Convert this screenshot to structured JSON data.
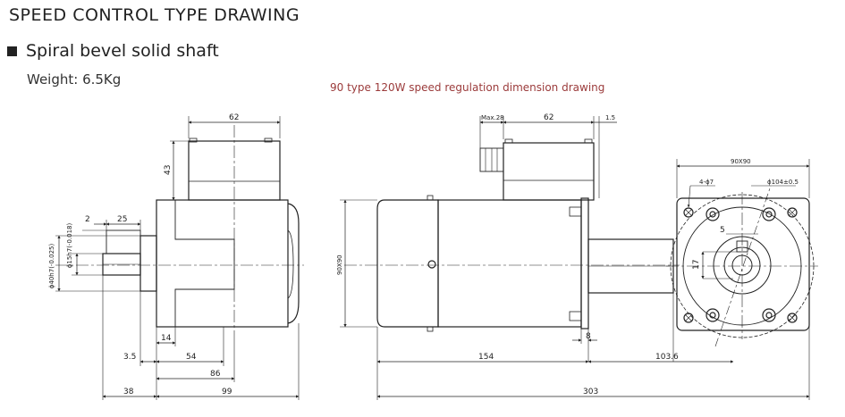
{
  "page": {
    "title": "SPEED CONTROL TYPE DRAWING",
    "section_title": "Spiral bevel solid shaft",
    "weight": "Weight: 6.5Kg",
    "caption": "90 type 120W speed regulation dimension drawing"
  },
  "left_view": {
    "dims": {
      "box_width": "62",
      "box_height": "43",
      "key_2": "2",
      "key_25": "25",
      "shaft_15": "ϕ15h7(-0.018)",
      "shaft_40": "ϕ40h7(-0.025)",
      "d_14": "14",
      "d_3_5": "3.5",
      "d_54": "54",
      "d_86": "86",
      "d_38": "38",
      "d_99": "99"
    }
  },
  "right_view": {
    "dims": {
      "max28": "Max.28",
      "box_62": "62",
      "d_1_5": "1.5",
      "frame_90": "90X90",
      "d_8": "8",
      "d_154": "154",
      "d_103_6": "103.6",
      "d_303": "303"
    }
  },
  "end_view": {
    "dims": {
      "square": "90X90",
      "holes": "4-ϕ7",
      "pcd": "ϕ104±0.5",
      "key_5": "5",
      "key_17": "17"
    }
  }
}
